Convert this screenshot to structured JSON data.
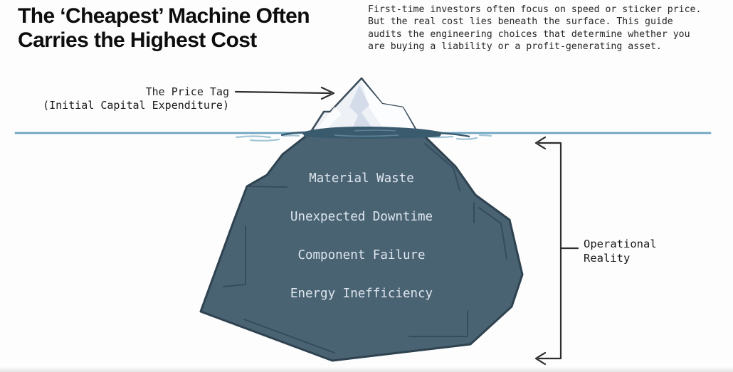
{
  "header": {
    "title_line1": "The ‘Cheapest’ Machine Often",
    "title_line2": "Carries the Highest Cost",
    "intro_lines": [
      "First-time investors often focus on speed or sticker price.",
      "But the real cost lies beneath the surface. This guide",
      "audits the engineering choices that determine whether you",
      "are buying a liability or a profit-generating asset."
    ]
  },
  "annotations": {
    "price_tag": {
      "line1": "The Price Tag",
      "line2": "(Initial Capital Expenditure)"
    },
    "operational_reality": {
      "line1": "Operational",
      "line2": "Reality"
    }
  },
  "iceberg": {
    "hidden_costs": [
      "Material Waste",
      "Unexpected Downtime",
      "Component Failure",
      "Energy Inefficiency"
    ]
  },
  "colors": {
    "iceberg_fill": "#4a6373",
    "iceberg_outline": "#2e4250",
    "facet_line": "#33485a",
    "tip_fill": "#eef2f7",
    "tip_outline": "#3c4d5b",
    "water_line": "#6ea4c1",
    "water_band": "#3a5a6e",
    "water_band_ripple": "#5d8096",
    "ripple": "#a3c6d6",
    "annotation_stroke": "#2e2e2e"
  }
}
